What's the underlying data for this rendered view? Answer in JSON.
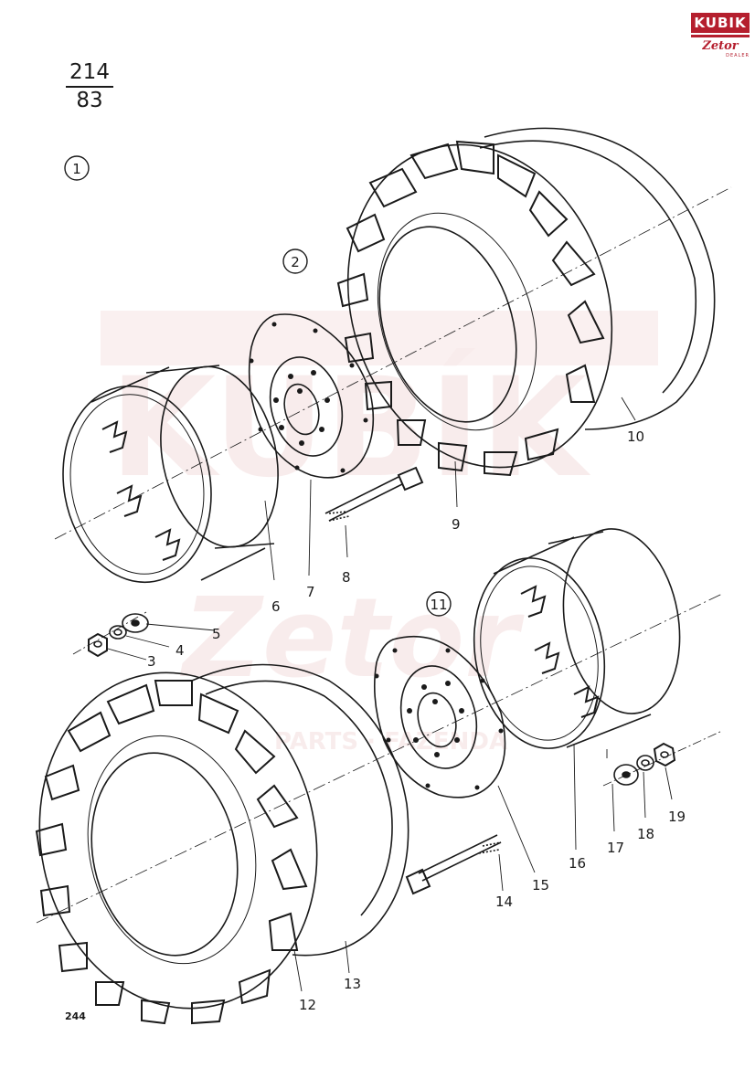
{
  "header": {
    "fraction_top": "214",
    "fraction_bottom": "83"
  },
  "logo": {
    "top_text": "KUBIK",
    "brand": "Zetor",
    "sub": "DEALER"
  },
  "watermark": {
    "text1": "KUBÍK",
    "text2": "Zetor",
    "text3": "PARTS · FAZENDA"
  },
  "group_markers": [
    "1",
    "2",
    "11"
  ],
  "callouts": [
    "3",
    "4",
    "5",
    "6",
    "7",
    "8",
    "9",
    "10",
    "12",
    "13",
    "14",
    "15",
    "16",
    "17",
    "18",
    "19"
  ],
  "footer": {
    "page_number": "244"
  }
}
